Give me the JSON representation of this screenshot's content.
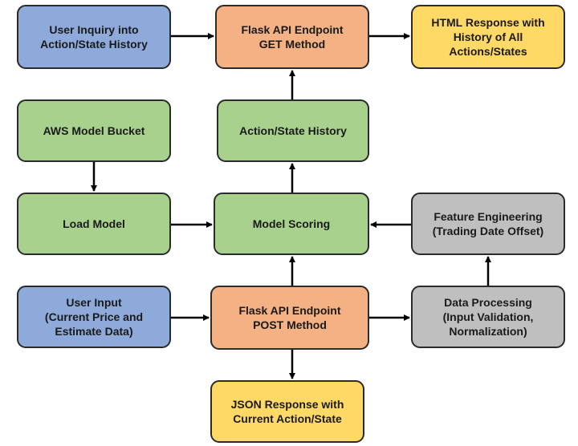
{
  "nodes": {
    "user_inquiry": "User Inquiry into\nAction/State History",
    "flask_get": "Flask API Endpoint\nGET Method",
    "html_response": "HTML Response with\nHistory of All\nActions/States",
    "aws_bucket": "AWS Model Bucket",
    "history": "Action/State History",
    "load_model": "Load Model",
    "model_scoring": "Model Scoring",
    "feature_eng": "Feature Engineering\n(Trading Date Offset)",
    "user_input": "User Input\n(Current Price and\nEstimate Data)",
    "flask_post": "Flask API Endpoint\nPOST Method",
    "data_processing": "Data Processing\n(Input Validation,\nNormalization)",
    "json_response": "JSON Response with\nCurrent Action/State"
  },
  "colors": {
    "input": "#8eaadb",
    "endpoint": "#f4b183",
    "response": "#ffd966",
    "model": "#a9d18e",
    "processing": "#bfbfbf",
    "border": "#2b2b2b",
    "arrow": "#000000"
  }
}
